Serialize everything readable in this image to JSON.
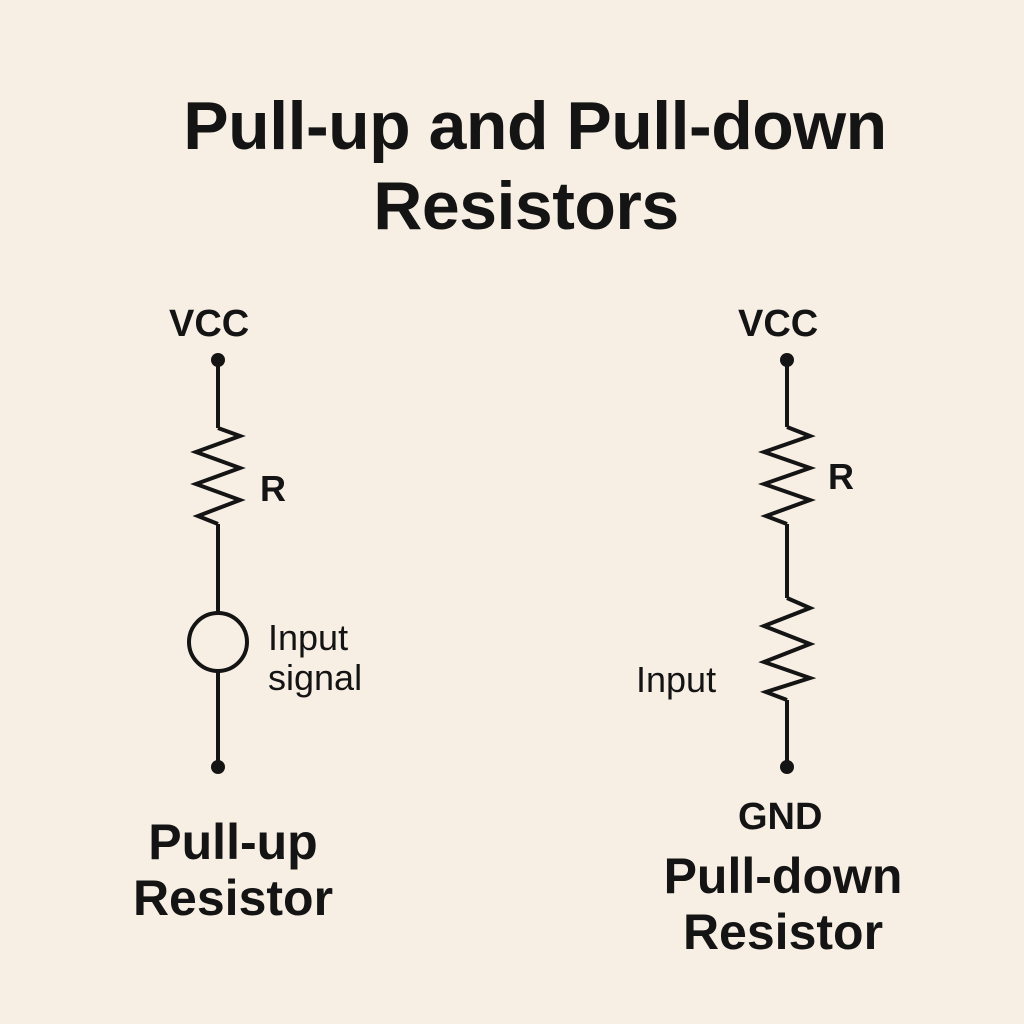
{
  "title": {
    "line1": "Pull-up and Pull-down",
    "line2": "Resistors"
  },
  "pull_up": {
    "supply_label": "VCC",
    "resistor_label": "R",
    "input_label_line1": "Input",
    "input_label_line2": "signal",
    "caption_line1": "Pull-up",
    "caption_line2": "Resistor"
  },
  "pull_down": {
    "supply_label": "VCC",
    "resistor_label": "R",
    "input_label": "Input",
    "ground_label": "GND",
    "caption_line1": "Pull-down",
    "caption_line2": "Resistor"
  },
  "colors": {
    "background": "#f8efe4",
    "ink": "#141414"
  }
}
